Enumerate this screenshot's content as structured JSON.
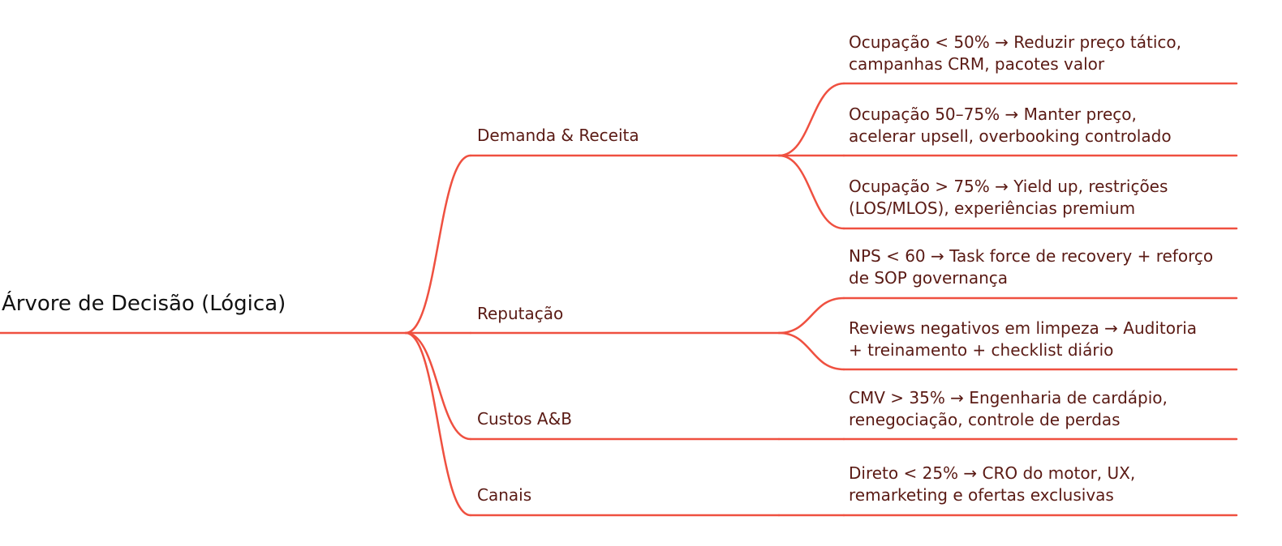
{
  "colors": {
    "edge": "#ef5040",
    "root_text": "#111111",
    "node_text": "#5a1a14"
  },
  "root": {
    "label": "Árvore de Decisão (Lógica)"
  },
  "branches": [
    {
      "label": "Demanda & Receita",
      "leaves": [
        {
          "line1": "Ocupação < 50% → Reduzir preço tático,",
          "line2": "campanhas CRM, pacotes valor"
        },
        {
          "line1": "Ocupação 50–75% → Manter preço,",
          "line2": "acelerar upsell, overbooking controlado"
        },
        {
          "line1": "Ocupação > 75% → Yield up, restrições",
          "line2": "(LOS/MLOS), experiências premium"
        }
      ]
    },
    {
      "label": "Reputação",
      "leaves": [
        {
          "line1": "NPS < 60 → Task force de recovery + reforço",
          "line2": "de SOP governança"
        },
        {
          "line1": "Reviews negativos em limpeza → Auditoria",
          "line2": "+ treinamento + checklist diário"
        }
      ]
    },
    {
      "label": "Custos A&B",
      "leaves": [
        {
          "line1": "CMV > 35% → Engenharia de cardápio,",
          "line2": "renegociação, controle de perdas"
        }
      ]
    },
    {
      "label": "Canais",
      "leaves": [
        {
          "line1": "Direto < 25% → CRO do motor, UX,",
          "line2": "remarketing e ofertas exclusivas"
        }
      ]
    }
  ]
}
